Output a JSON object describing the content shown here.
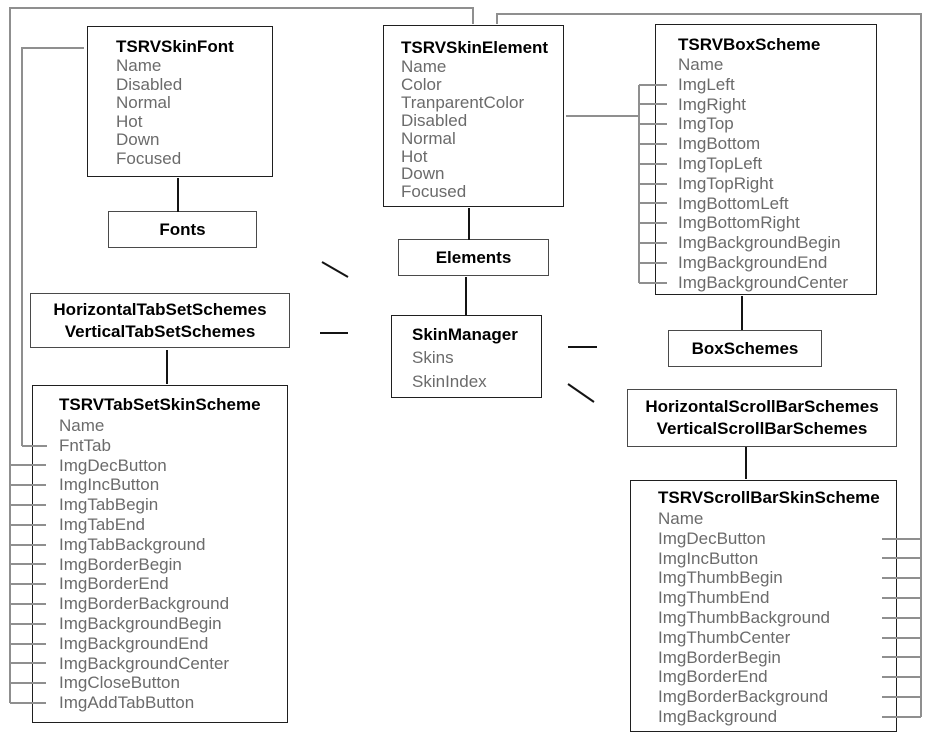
{
  "classes": {
    "skinfont": {
      "title": "TSRVSkinFont",
      "fields": [
        "Name",
        "Disabled",
        "Normal",
        "Hot",
        "Down",
        "Focused"
      ]
    },
    "skinelement": {
      "title": "TSRVSkinElement",
      "fields": [
        "Name",
        "Color",
        "TranparentColor",
        "Disabled",
        "Normal",
        "Hot",
        "Down",
        "Focused"
      ]
    },
    "boxscheme": {
      "title": "TSRVBoxScheme",
      "fields": [
        "Name",
        "ImgLeft",
        "ImgRight",
        "ImgTop",
        "ImgBottom",
        "ImgTopLeft",
        "ImgTopRight",
        "ImgBottomLeft",
        "ImgBottomRight",
        "ImgBackgroundBegin",
        "ImgBackgroundEnd",
        "ImgBackgroundCenter"
      ]
    },
    "skinmanager": {
      "title": "SkinManager",
      "fields": [
        "Skins",
        "SkinIndex"
      ]
    },
    "tabsetskinscheme": {
      "title": "TSRVTabSetSkinScheme",
      "fields": [
        "Name",
        "FntTab",
        "ImgDecButton",
        "ImgIncButton",
        "ImgTabBegin",
        "ImgTabEnd",
        "ImgTabBackground",
        "ImgBorderBegin",
        "ImgBorderEnd",
        "ImgBorderBackground",
        "ImgBackgroundBegin",
        "ImgBackgroundEnd",
        "ImgBackgroundCenter",
        "ImgCloseButton",
        "ImgAddTabButton"
      ]
    },
    "scrollbarskinscheme": {
      "title": "TSRVScrollBarSkinScheme",
      "fields": [
        "Name",
        "ImgDecButton",
        "ImgIncButton",
        "ImgThumbBegin",
        "ImgThumbEnd",
        "ImgThumbBackground",
        "ImgThumbCenter",
        "ImgBorderBegin",
        "ImgBorderEnd",
        "ImgBorderBackground",
        "ImgBackground"
      ]
    }
  },
  "collections": {
    "fonts": "Fonts",
    "elements": "Elements",
    "boxschemes": "BoxSchemes",
    "tabsetschemes": {
      "line1": "HorizontalTabSetSchemes",
      "line2": "VerticalTabSetSchemes"
    },
    "scrollbarschemes": {
      "line1": "HorizontalScrollBarSchemes",
      "line2": "VerticalScrollBarSchemes"
    }
  },
  "colors": {
    "background": "#ffffff",
    "title_text": "#000000",
    "field_text": "#6b6b6b",
    "connector_line": "#8f8f8f",
    "relation_arrow": "#141414",
    "box_border": "#1f1f1f"
  }
}
